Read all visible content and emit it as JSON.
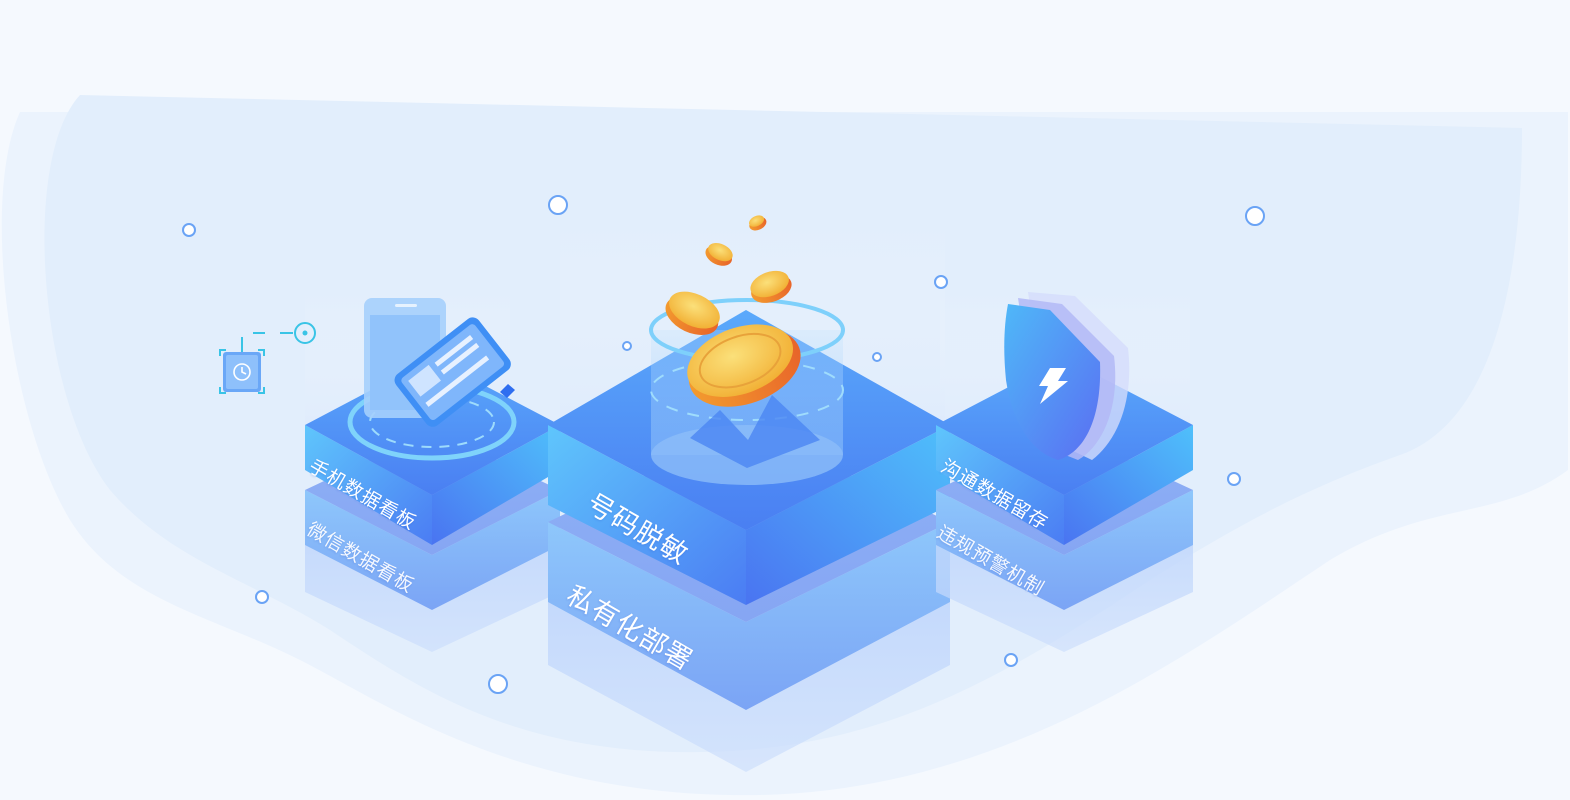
{
  "labels": {
    "left_top": "手机数据看板",
    "left_bottom": "微信数据看板",
    "center_top": "号码脱敏",
    "center_bottom": "私有化部署",
    "right_top": "沟通数据留存",
    "right_bottom": "违规预警机制"
  },
  "icons": {
    "left_stack": "phone-card-icon",
    "center_stack": "coin-cylinder-icon",
    "right_stack": "shield-lightning-icon",
    "floating": "clock-node-icon"
  },
  "colors": {
    "background": "#f5f9fe",
    "backdrop": "#e3eefc",
    "block_top": "#4f8ef7",
    "block_side": "#57c1fb",
    "gold": "#f6c646",
    "orange": "#f27c2b",
    "pin": "#6aa3f5"
  }
}
